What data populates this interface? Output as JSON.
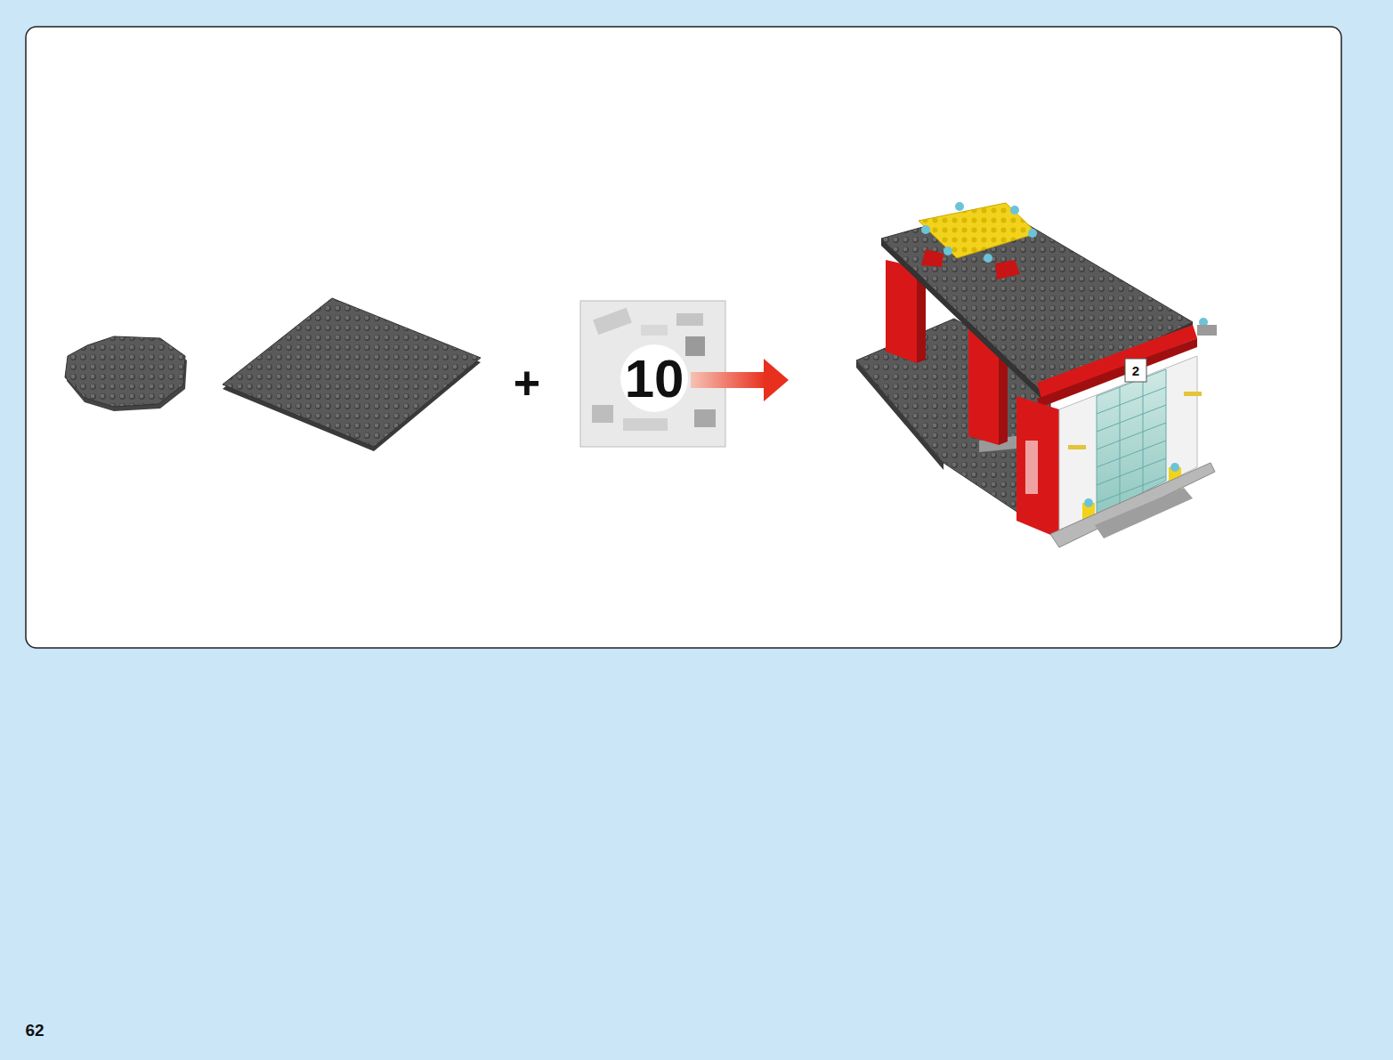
{
  "diagram": {
    "labels": [
      "+",
      "10",
      "2",
      "62"
    ]
  }
}
